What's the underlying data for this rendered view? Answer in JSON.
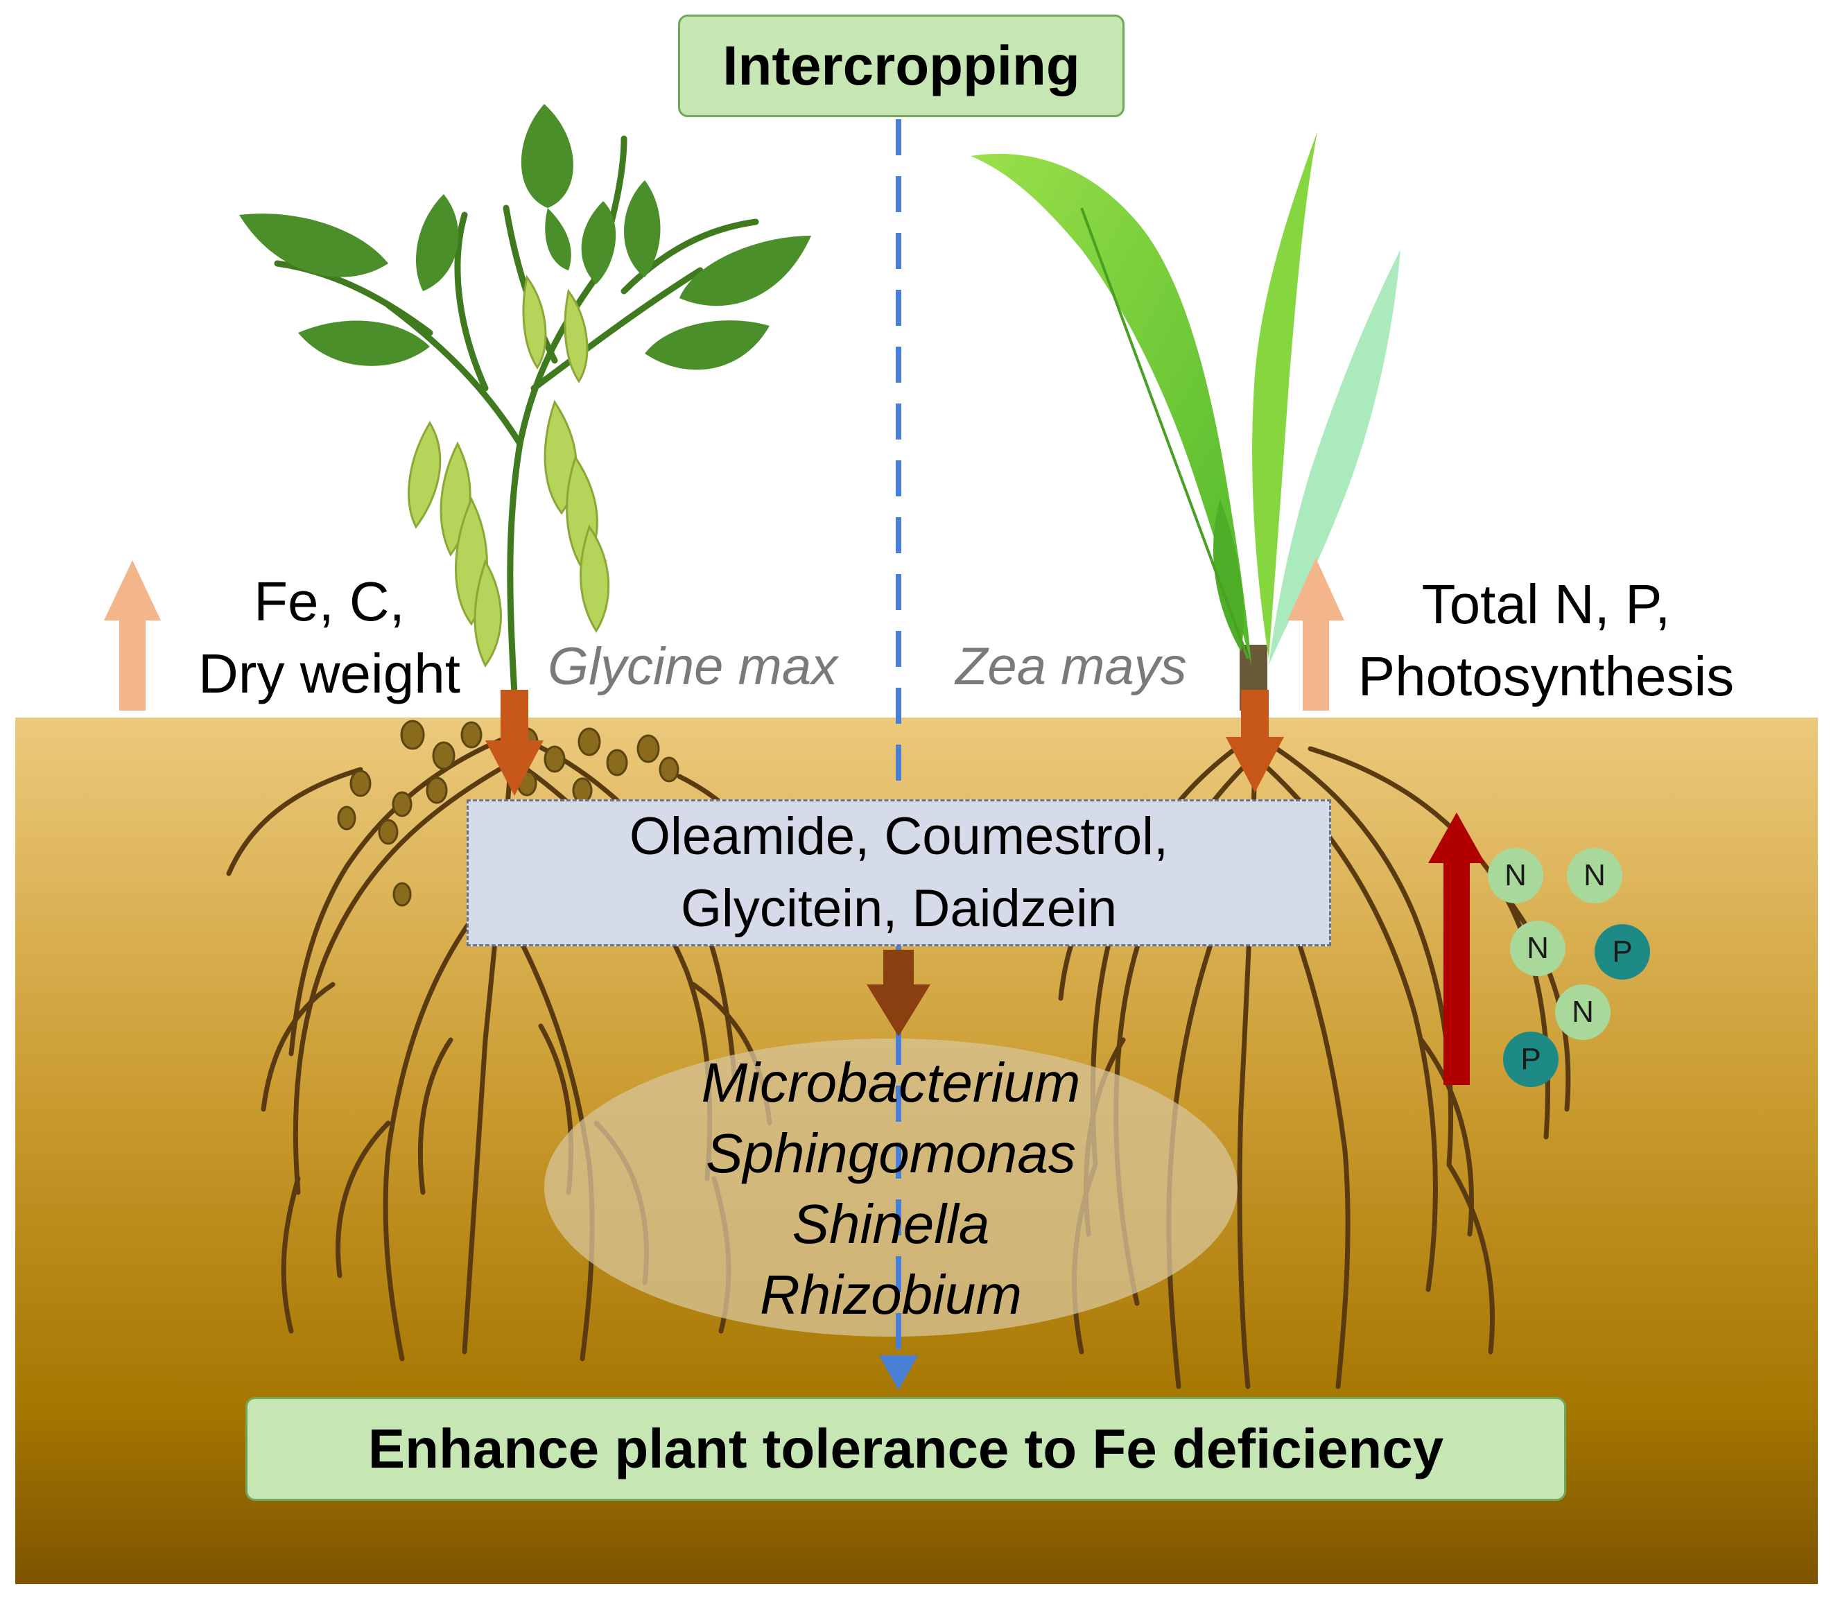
{
  "title": "Intercropping",
  "left_plant": {
    "species": "Glycine max",
    "traits_line1": "Fe, C,",
    "traits_line2": "Dry weight"
  },
  "right_plant": {
    "species": "Zea mays",
    "traits_line1": "Total N, P,",
    "traits_line2": "Photosynthesis"
  },
  "compounds": {
    "line1": "Oleamide, Coumestrol,",
    "line2": "Glycitein, Daidzein"
  },
  "microbes": [
    "Microbacterium",
    "Sphingomonas",
    "Shinella",
    "Rhizobium"
  ],
  "outcome": "Enhance plant tolerance to Fe deficiency",
  "nutrients": [
    {
      "symbol": "N",
      "kind": "n"
    },
    {
      "symbol": "N",
      "kind": "n"
    },
    {
      "symbol": "N",
      "kind": "n"
    },
    {
      "symbol": "P",
      "kind": "p"
    },
    {
      "symbol": "N",
      "kind": "n"
    },
    {
      "symbol": "P",
      "kind": "p"
    }
  ],
  "colors": {
    "soil_top": "#e9c878",
    "soil_bottom": "#7a5200",
    "box_green": "#c6e6b3",
    "box_border": "#6fa85a",
    "compound_box": "#d5dbe8",
    "up_arrow_light": "#f5b58a",
    "down_arrow_orange": "#c8581a",
    "down_arrow_brown": "#8a3f10",
    "red_arrow": "#b00000",
    "dashed_line": "#4a7fd6",
    "soybean_leaf": "#4a8f2a",
    "soybean_pod": "#b6d35a",
    "maize_leaf": "#7fd43a",
    "root": "#5a3a10"
  }
}
